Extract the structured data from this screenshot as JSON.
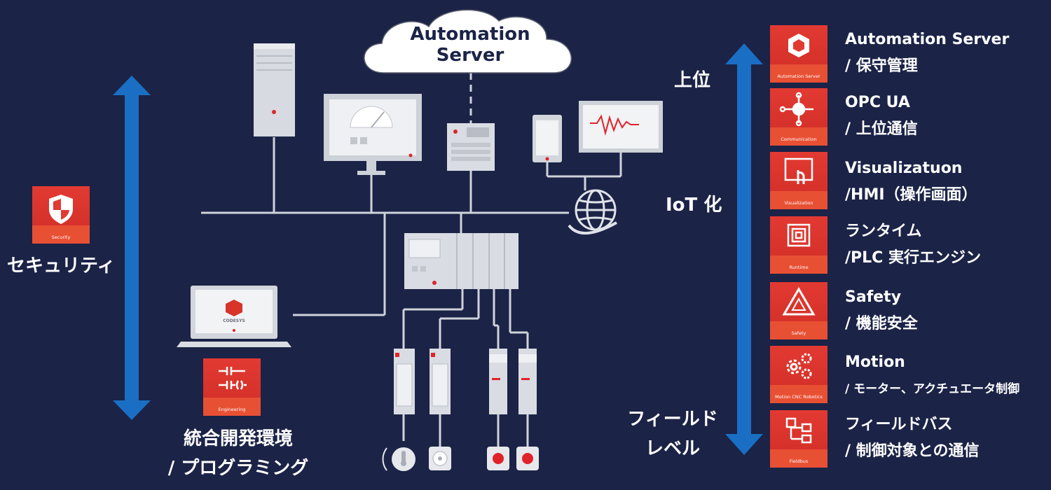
{
  "cloud": {
    "line1": "Automation",
    "line2": "Server"
  },
  "left": {
    "security_label": "セキュリティ",
    "security_tile_caption": "Security",
    "engineering_tile_caption": "Engineering",
    "env_line1": "統合開発環境",
    "env_line2": "/ プログラミング",
    "laptop_logo_text": "CODESYS"
  },
  "middle_axis": {
    "top": "上位",
    "middle": "IoT 化",
    "bottom_line1": "フィールド",
    "bottom_line2": "レベル"
  },
  "modules": [
    {
      "caption": "Automation Server",
      "line1": "Automation Server",
      "line2": "/ 保守管理",
      "icon": "cube-icon"
    },
    {
      "caption": "Communication",
      "line1": "OPC UA",
      "line2": "/ 上位通信",
      "icon": "network-node-icon"
    },
    {
      "caption": "Visualization",
      "line1": "Visualizatuon",
      "line2": "/HMI（操作画面）",
      "icon": "touch-screen-icon"
    },
    {
      "caption": "Runtime",
      "line1": "ランタイム",
      "line2": "/PLC 実行エンジン",
      "icon": "chip-icon"
    },
    {
      "caption": "Safety",
      "line1": "Safety",
      "line2": "/ 機能安全",
      "icon": "warning-triangle-icon"
    },
    {
      "caption": "Motion CNC Robotics",
      "line1": "Motion",
      "line2": "/ モーター、アクチュエータ制御",
      "icon": "gears-icon"
    },
    {
      "caption": "Fieldbus",
      "line1": "フィールドバス",
      "line2": "/ 制御対象との通信",
      "icon": "fieldbus-tree-icon"
    }
  ],
  "colors": {
    "background": "#1b2347",
    "arrow_blue": "#1a6fc4",
    "tile_red": "#e23a32",
    "device_grey": "#d9dce2",
    "indicator_red": "#e0232a"
  }
}
